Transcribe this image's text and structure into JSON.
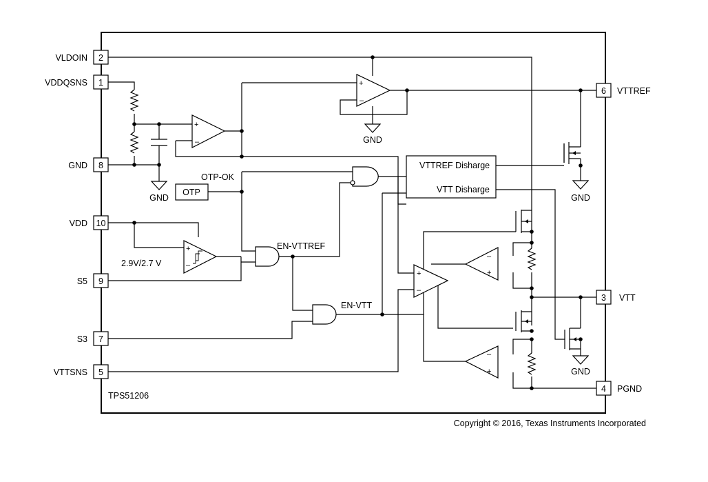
{
  "part_number": "TPS51206",
  "copyright": "Copyright © 2016, Texas Instruments Incorporated",
  "pins": {
    "vldoin": {
      "num": "2",
      "name": "VLDOIN"
    },
    "vddqsns": {
      "num": "1",
      "name": "VDDQSNS"
    },
    "gnd": {
      "num": "8",
      "name": "GND"
    },
    "vdd": {
      "num": "10",
      "name": "VDD"
    },
    "s5": {
      "num": "9",
      "name": "S5"
    },
    "s3": {
      "num": "7",
      "name": "S3"
    },
    "vttsns": {
      "num": "5",
      "name": "VTTSNS"
    },
    "vttref": {
      "num": "6",
      "name": "VTTREF"
    },
    "vtt": {
      "num": "3",
      "name": "VTT"
    },
    "pgnd": {
      "num": "4",
      "name": "PGND"
    }
  },
  "labels": {
    "otp": "OTP",
    "otp_ok": "OTP-OK",
    "en_vttref": "EN-VTTREF",
    "en_vtt": "EN-VTT",
    "uvlo_threshold": "2.9V/2.7 V",
    "vttref_discharge": "VTTREF Disharge",
    "vtt_discharge": "VTT Disharge",
    "gnd": "GND",
    "plus": "+",
    "minus": "–"
  }
}
